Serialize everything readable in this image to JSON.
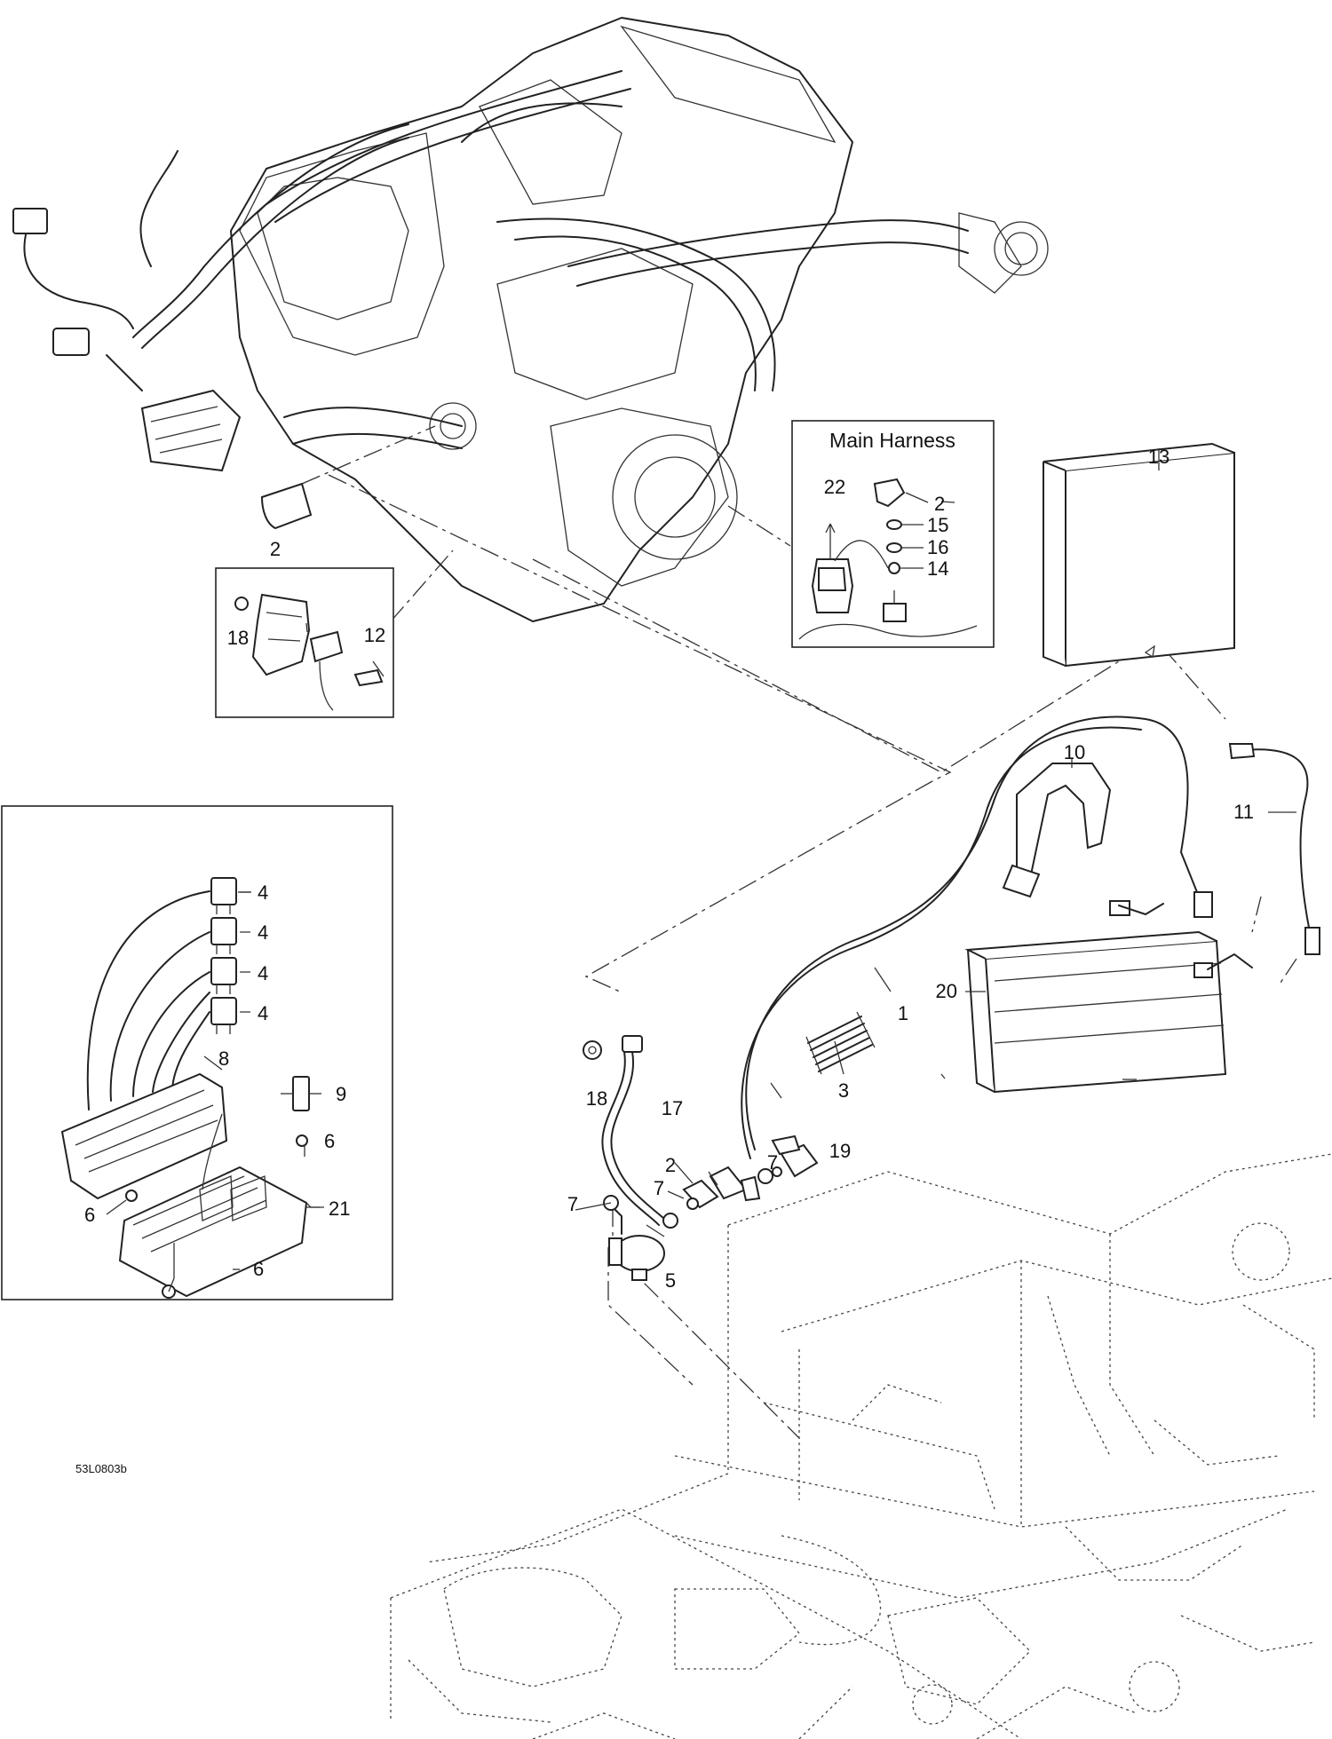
{
  "inset_title": "Main Harness",
  "drawing_code": "53L0803b",
  "callouts": {
    "c1": "1",
    "c2a": "2",
    "c2b": "2",
    "c2c": "2",
    "c3": "3",
    "c4a": "4",
    "c4b": "4",
    "c4c": "4",
    "c4d": "4",
    "c5": "5",
    "c6a": "6",
    "c6b": "6",
    "c6c": "6",
    "c7a": "7",
    "c7b": "7",
    "c7c": "7",
    "c8": "8",
    "c9": "9",
    "c10": "10",
    "c11": "11",
    "c12": "12",
    "c13": "13",
    "c14": "14",
    "c15": "15",
    "c16": "16",
    "c17": "17",
    "c18a": "18",
    "c18b": "18",
    "c19": "19",
    "c20": "20",
    "c21": "21",
    "c22": "22"
  }
}
